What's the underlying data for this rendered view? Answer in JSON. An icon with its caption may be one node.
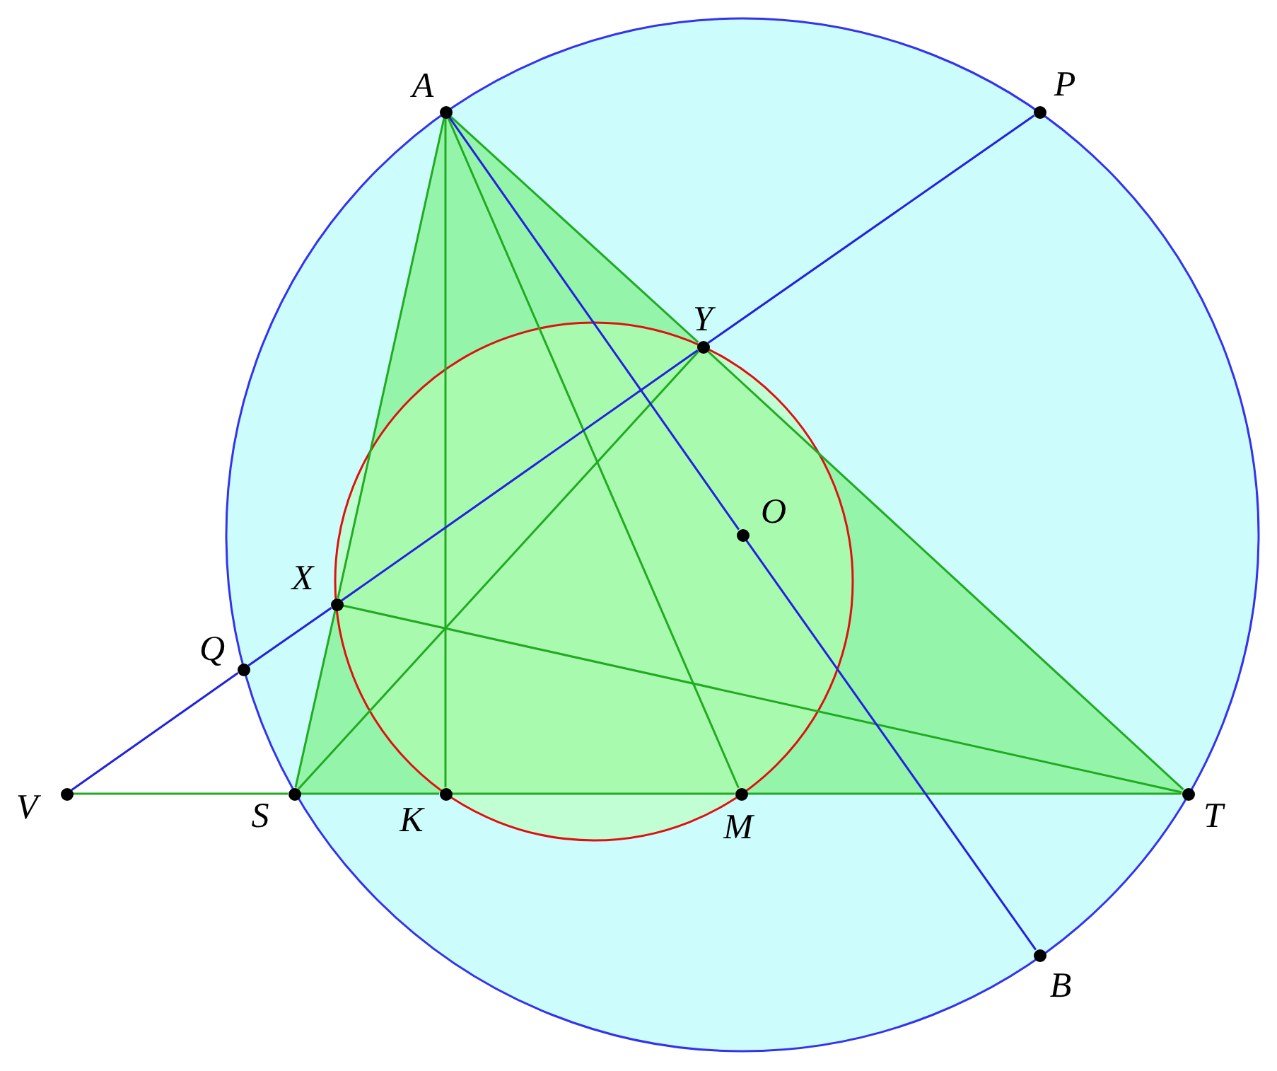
{
  "diagram": {
    "nodes": [
      {
        "text": [
          "A"
        ]
      },
      {
        "text": [
          "P"
        ]
      },
      {
        "text": [
          "Y"
        ]
      },
      {
        "text": [
          "O"
        ]
      },
      {
        "text": [
          "X"
        ]
      },
      {
        "text": [
          "Q"
        ]
      },
      {
        "text": [
          "V"
        ]
      },
      {
        "text": [
          "S"
        ]
      },
      {
        "text": [
          "K"
        ]
      },
      {
        "text": [
          "M"
        ]
      },
      {
        "text": [
          "T"
        ]
      },
      {
        "text": [
          "B"
        ]
      }
    ],
    "edges": [
      {
        "from": 0,
        "to": 4,
        "arrow": "none"
      },
      {
        "from": 4,
        "to": 7,
        "arrow": "none"
      },
      {
        "from": 0,
        "to": 2,
        "arrow": "none"
      },
      {
        "from": 2,
        "to": 10,
        "arrow": "none"
      },
      {
        "from": 6,
        "to": 7,
        "arrow": "none"
      },
      {
        "from": 7,
        "to": 8,
        "arrow": "none"
      },
      {
        "from": 8,
        "to": 9,
        "arrow": "none"
      },
      {
        "from": 9,
        "to": 10,
        "arrow": "none"
      },
      {
        "from": 0,
        "to": 8,
        "arrow": "none"
      },
      {
        "from": 0,
        "to": 9,
        "arrow": "none"
      },
      {
        "from": 7,
        "to": 2,
        "arrow": "none"
      },
      {
        "from": 4,
        "to": 10,
        "arrow": "none"
      },
      {
        "from": 6,
        "to": 5,
        "arrow": "none",
        "color": "#2222dd"
      },
      {
        "from": 5,
        "to": 4,
        "arrow": "none",
        "color": "#2222dd"
      },
      {
        "from": 4,
        "to": 2,
        "arrow": "none",
        "color": "#2222dd"
      },
      {
        "from": 2,
        "to": 1,
        "arrow": "none",
        "color": "#2222dd"
      },
      {
        "from": 0,
        "to": 3,
        "arrow": "none",
        "color": "#2222dd"
      },
      {
        "from": 3,
        "to": 11,
        "arrow": "none",
        "color": "#2222dd"
      }
    ]
  }
}
